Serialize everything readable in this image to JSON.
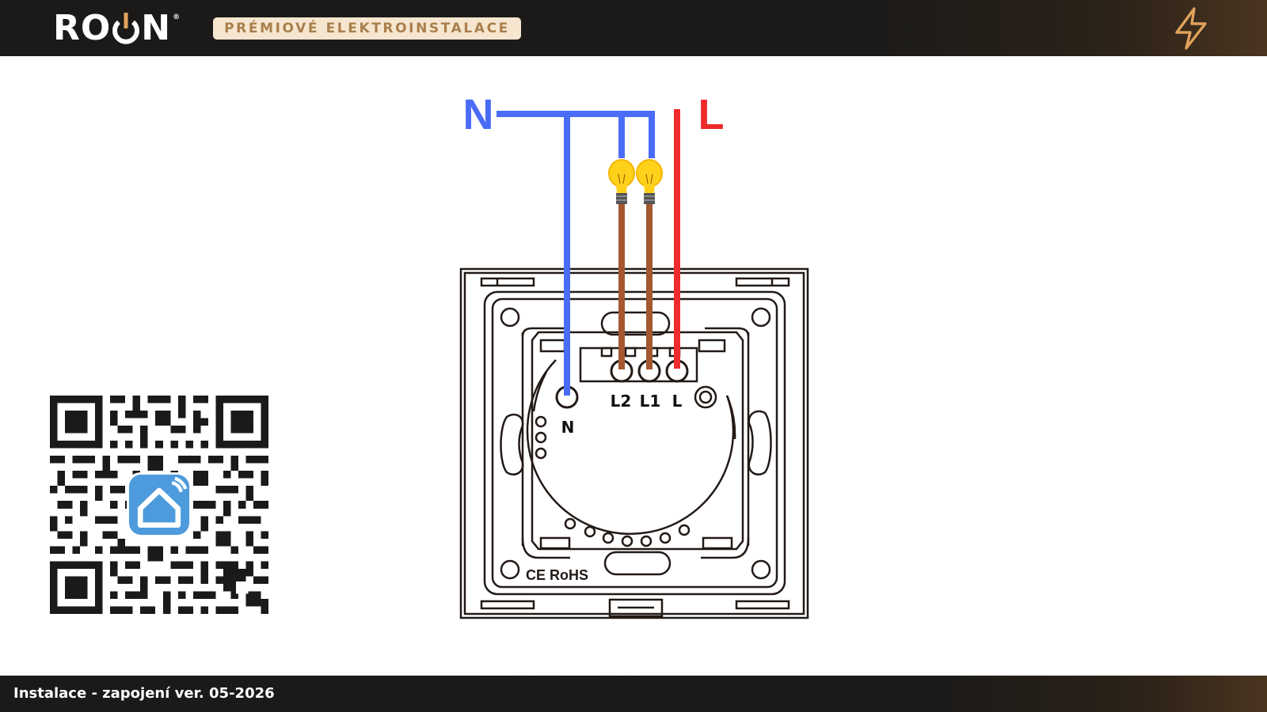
{
  "header": {
    "logo_text": "ROON",
    "logo_mark": "®",
    "tagline": "PRÉMIOVÉ ELEKTROINSTALACE",
    "logo_icon": "power-icon",
    "right_icon": "lightning-bolt-icon"
  },
  "diagram": {
    "supply_neutral_label": "N",
    "supply_live_label": "L",
    "terminal_labels": {
      "l2": "L2",
      "l1": "L1",
      "l": "L",
      "n": "N"
    },
    "certification_marks": "CE RoHS",
    "bulb_icon": "light-bulb-icon",
    "colors": {
      "neutral_wire": "#4a6cf6",
      "live_wire": "#ef2b2b",
      "switched_wire": "#a3582e",
      "neutral_label": "#4a6cf6",
      "live_label": "#ee2a2a",
      "outline": "#221a16"
    }
  },
  "qr": {
    "app_icon": "smart-home-app-icon"
  },
  "footer": {
    "text": "Instalace - zapojení ver. 05-2026"
  },
  "theme": {
    "bar_dark": "#1b1a19",
    "bar_accent": "#4a3520",
    "tagline_bg": "#f6e6cf",
    "tagline_fg": "#a97f4d",
    "bolt_color": "#e0a25c"
  }
}
